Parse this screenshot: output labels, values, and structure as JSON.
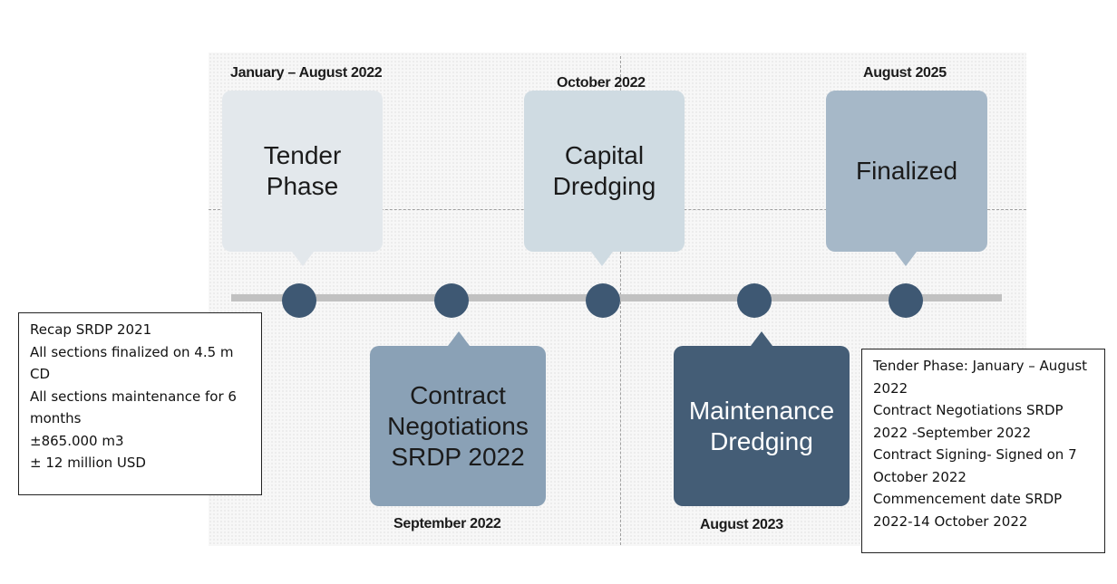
{
  "colors": {
    "track": "#c1c1c1",
    "dot": "#3e5873",
    "tender_card": "#e3e8ec",
    "capital_card": "#cfdbe2",
    "finalized_card": "#a6b8c8",
    "contract_card": "#8aa1b6",
    "maintenance_card": "#445d76"
  },
  "timeline": {
    "top": [
      {
        "date": "January – August 2022",
        "label": "Tender\nPhase"
      },
      {
        "date": "October 2022",
        "label": "Capital\nDredging"
      },
      {
        "date": "August 2025",
        "label": "Finalized"
      }
    ],
    "bottom": [
      {
        "date": "September 2022",
        "label": "Contract\nNegotiations\nSRDP 2022"
      },
      {
        "date": "August 2023",
        "label": "Maintenance\nDredging"
      }
    ]
  },
  "left_note": {
    "lines": [
      "Recap SRDP 2021",
      "All sections finalized on 4.5 m CD",
      "All sections maintenance for 6 months",
      "±865.000 m3",
      "± 12 million USD"
    ]
  },
  "right_note": {
    "lines": [
      "Tender Phase: January – August 2022",
      "Contract Negotiations SRDP 2022 -September 2022",
      "Contract Signing- Signed on 7 October 2022",
      "Commencement date SRDP 2022-14 October 2022"
    ]
  }
}
